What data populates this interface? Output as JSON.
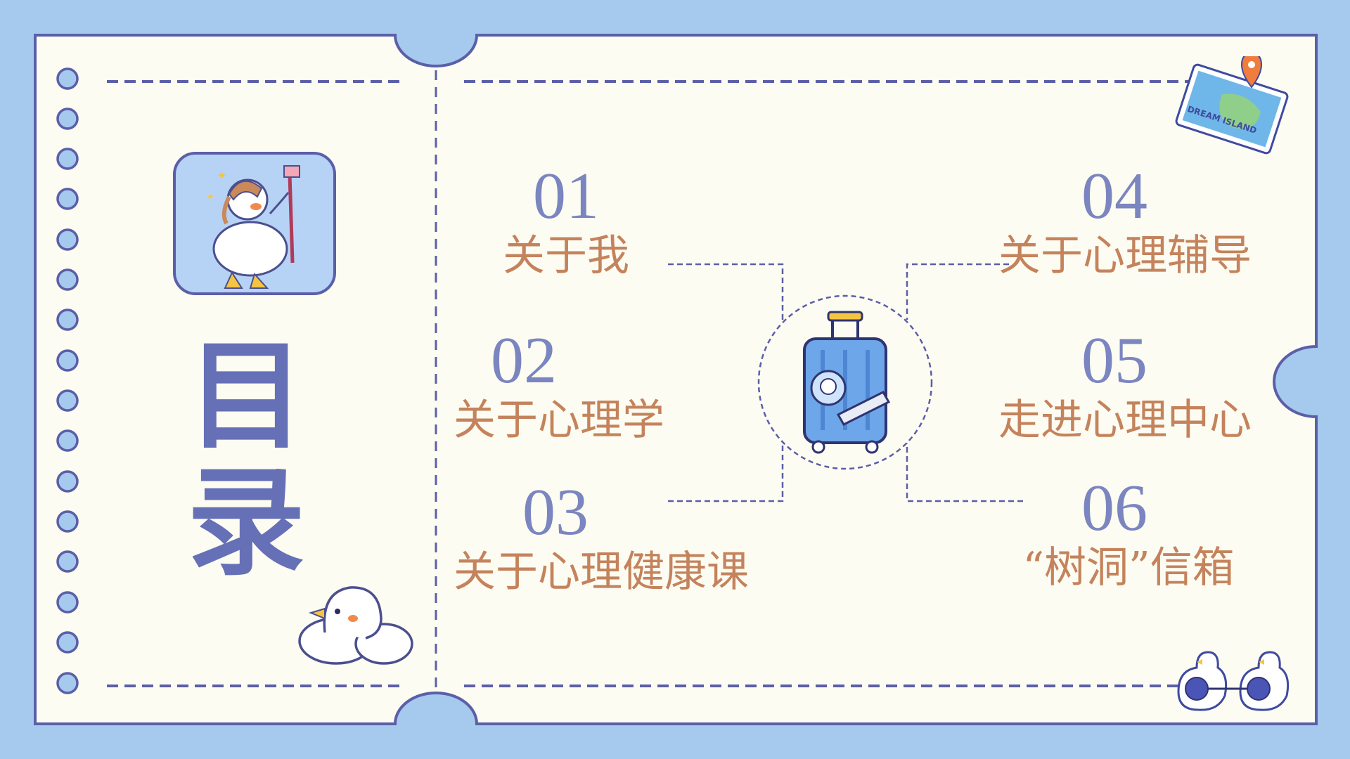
{
  "title": {
    "char1": "目",
    "char2": "录"
  },
  "items": [
    {
      "num": "01",
      "label": "关于我"
    },
    {
      "num": "02",
      "label": "关于心理学"
    },
    {
      "num": "03",
      "label": "关于心理健康课"
    },
    {
      "num": "04",
      "label": "关于心理辅导"
    },
    {
      "num": "05",
      "label": "走进心理中心"
    },
    {
      "num": "06",
      "label": "“树洞”信箱"
    }
  ],
  "map_sticker": {
    "text": "DREAM ISLAND"
  },
  "colors": {
    "background": "#a6c9ee",
    "card": "#fdfcf2",
    "border": "#5b5fa8",
    "accent_blue": "#7b85c0",
    "accent_orange": "#c4835c"
  }
}
